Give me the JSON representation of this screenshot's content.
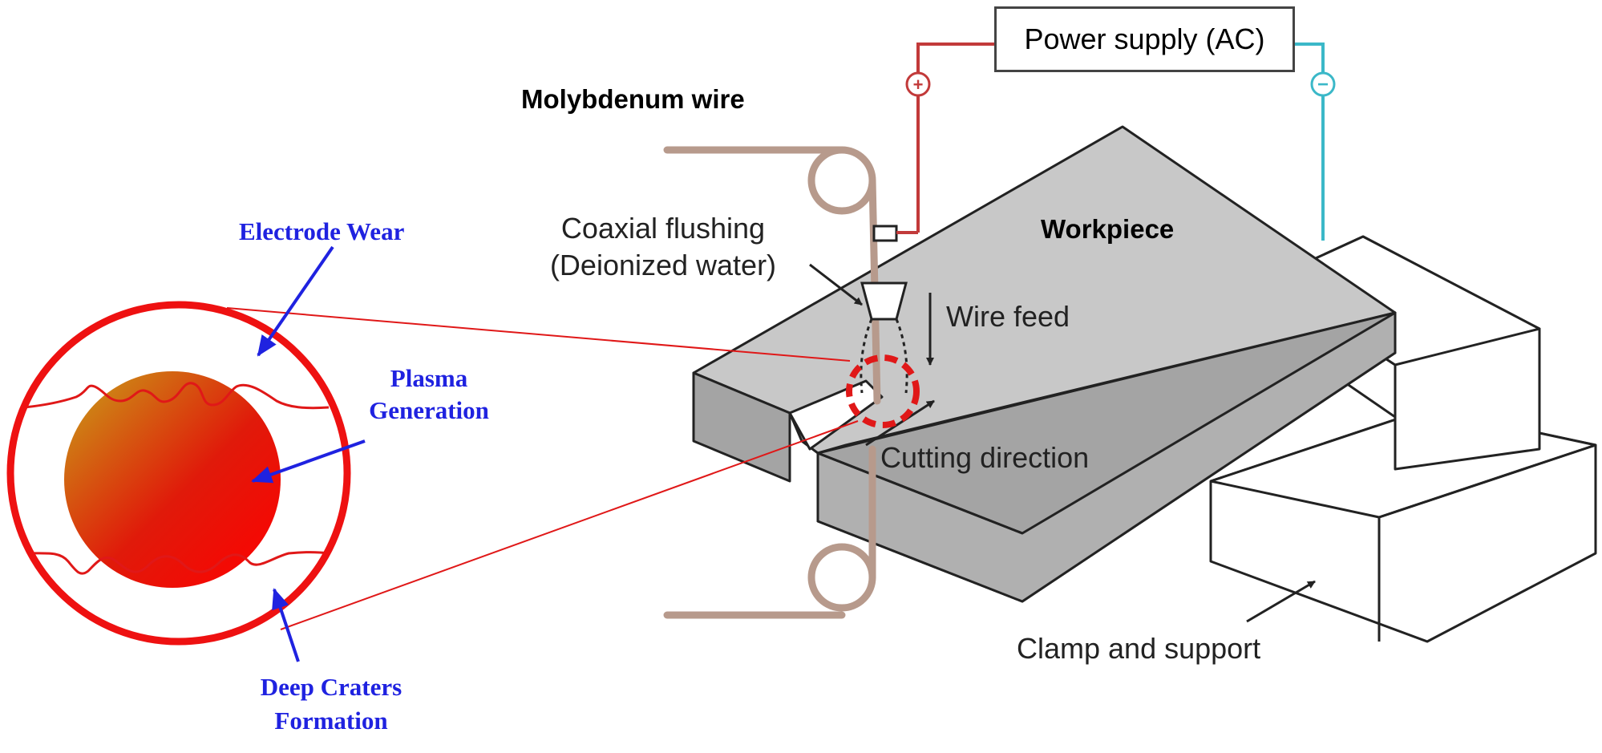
{
  "labels": {
    "molybdenum_wire": "Molybdenum wire",
    "power_supply": "Power supply (AC)",
    "coaxial_flushing_line1": "Coaxial flushing",
    "coaxial_flushing_line2": "(Deionized water)",
    "workpiece": "Workpiece",
    "wire_feed": "Wire feed",
    "cutting_direction": "Cutting direction",
    "clamp_and_support": "Clamp and support",
    "electrode_wear": "Electrode Wear",
    "plasma_generation_line1": "Plasma",
    "plasma_generation_line2": "Generation",
    "deep_craters_line1": "Deep Craters",
    "deep_craters_line2": "Formation"
  },
  "symbols": {
    "positive": "+",
    "negative": "−"
  },
  "colors": {
    "wire": "#b79a8c",
    "positive_lead": "#c23a3a",
    "negative_lead": "#3bb8c8",
    "workpiece_top": "#c8c8c8",
    "workpiece_side": "#a4a4a4",
    "zoom_circle": "#ee1111",
    "annotation_text": "#1f22e0",
    "plasma_gradient_start": "#c8a218",
    "plasma_gradient_end": "#ff0000"
  }
}
